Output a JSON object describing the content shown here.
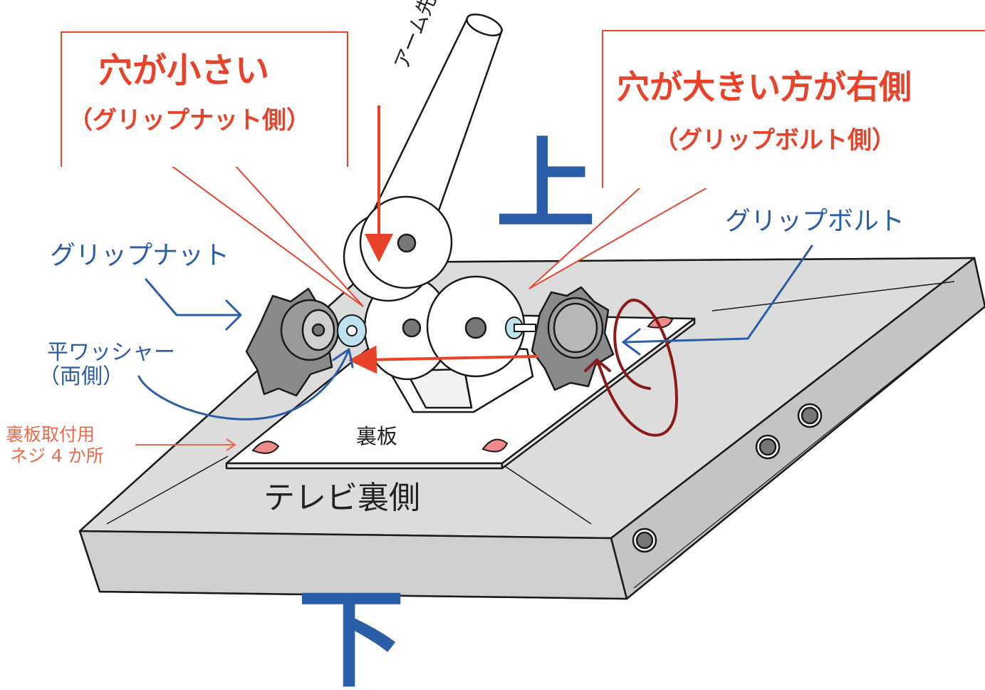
{
  "callouts": {
    "small_hole_title": "穴が小さい",
    "small_hole_sub": "（グリップナット側）",
    "large_hole_title": "穴が大きい方が右側",
    "large_hole_sub": "（グリップボルト側）"
  },
  "labels": {
    "arm_tip": "アーム先端",
    "up": "上",
    "down": "下",
    "grip_nut": "グリップナット",
    "grip_bolt": "グリップボルト",
    "flat_washer_line1": "平ワッシャー",
    "flat_washer_line2": "（両側）",
    "screws_line1": "裏板取付用",
    "screws_line2": "ネジ 4 か所",
    "back_plate": "裏板",
    "tv_back": "テレビ裏側"
  },
  "colors": {
    "callout_red": "#e8432a",
    "direction_blue": "#2b5da8",
    "washer_light_blue": "#bfe3ee",
    "rotation_dark_red": "#8b1a1a",
    "tv_gray": "#d9d9d9",
    "screw_pink": "#f08a8a"
  }
}
